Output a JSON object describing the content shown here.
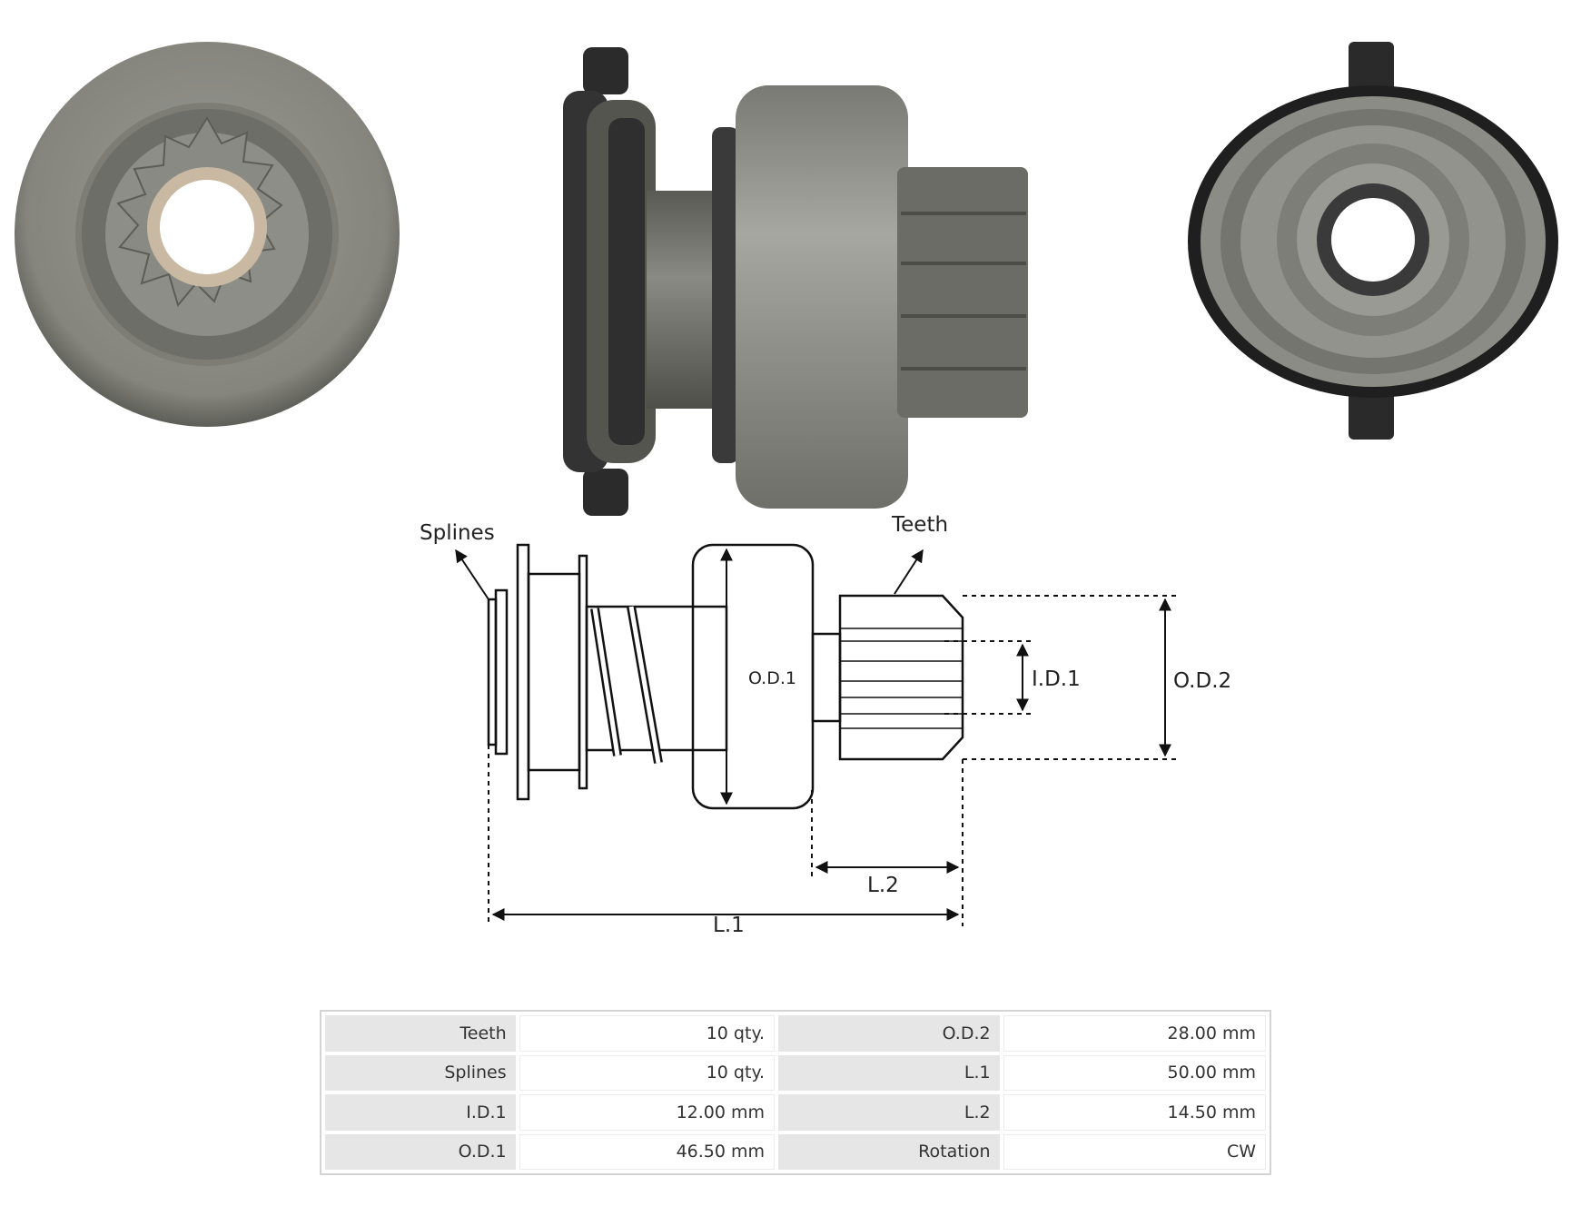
{
  "diagram": {
    "labels": {
      "splines": "Splines",
      "teeth": "Teeth",
      "od1": "O.D.1",
      "id1": "I.D.1",
      "od2": "O.D.2",
      "l2": "L.2",
      "l1": "L.1"
    }
  },
  "specs": [
    {
      "label": "Teeth",
      "value": "10 qty.",
      "label2": "O.D.2",
      "value2": "28.00 mm"
    },
    {
      "label": "Splines",
      "value": "10 qty.",
      "label2": "L.1",
      "value2": "50.00 mm"
    },
    {
      "label": "I.D.1",
      "value": "12.00 mm",
      "label2": "L.2",
      "value2": "14.50 mm"
    },
    {
      "label": "O.D.1",
      "value": "46.50 mm",
      "label2": "Rotation",
      "value2": "CW"
    }
  ]
}
